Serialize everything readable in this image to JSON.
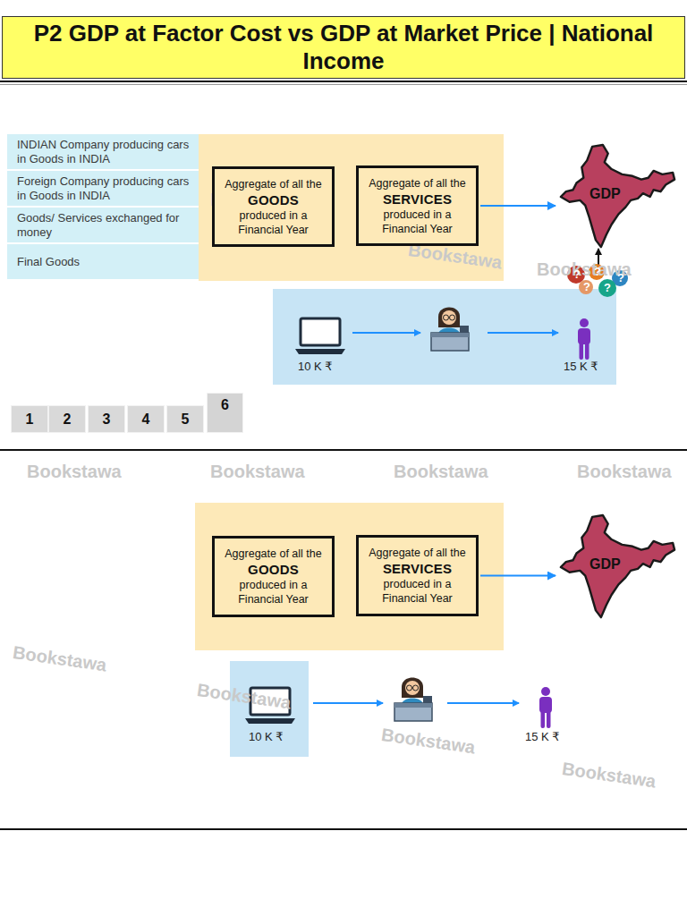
{
  "diagram": {
    "title": "P2 GDP at Factor Cost vs GDP at Market Price | National Income",
    "nodes": [
      {
        "text": [
          "INDIAN Company producing cars in Goods in INDIA"
        ]
      },
      {
        "text": [
          "Foreign Company producing cars in Goods in INDIA"
        ]
      },
      {
        "text": [
          "Goods/ Services exchanged for money"
        ]
      },
      {
        "text": [
          "Final Goods"
        ]
      },
      {
        "text": [
          "Aggregate of all the",
          "GOODS",
          "produced in a Financial Year"
        ]
      },
      {
        "text": [
          "Aggregate of all the",
          "SERVICES",
          "produced in a Financial Year"
        ]
      },
      {
        "text": [
          "GDP"
        ]
      },
      {
        "text": [
          "1"
        ]
      },
      {
        "text": [
          "2"
        ]
      },
      {
        "text": [
          "3"
        ]
      },
      {
        "text": [
          "4"
        ]
      },
      {
        "text": [
          "5"
        ]
      },
      {
        "text": [
          "6"
        ]
      },
      {
        "text": [
          "Aggregate of all the",
          "GOODS",
          "produced in a Financial Year"
        ]
      },
      {
        "text": [
          "Aggregate of all the",
          "SERVICES",
          "produced in a Financial Year"
        ]
      },
      {
        "text": [
          "GDP"
        ]
      }
    ],
    "edges": [
      {
        "from": 5,
        "to": 6,
        "arrow": "to"
      },
      {
        "from": 14,
        "to": 15,
        "arrow": "to"
      }
    ],
    "labels": [
      "?",
      "?",
      "?",
      "?",
      "?",
      "10 K ₹",
      "15 K ₹",
      "10 K ₹",
      "15 K ₹",
      "Bookstawa",
      "Bookstawa",
      "Bookstawa",
      "Bookstawa",
      "Bookstawa",
      "Bookstawa",
      "Bookstawa",
      "Bookstawa",
      "Bookstawa",
      "Bookstawa",
      "Bookstawa",
      "Bookstawa"
    ]
  }
}
